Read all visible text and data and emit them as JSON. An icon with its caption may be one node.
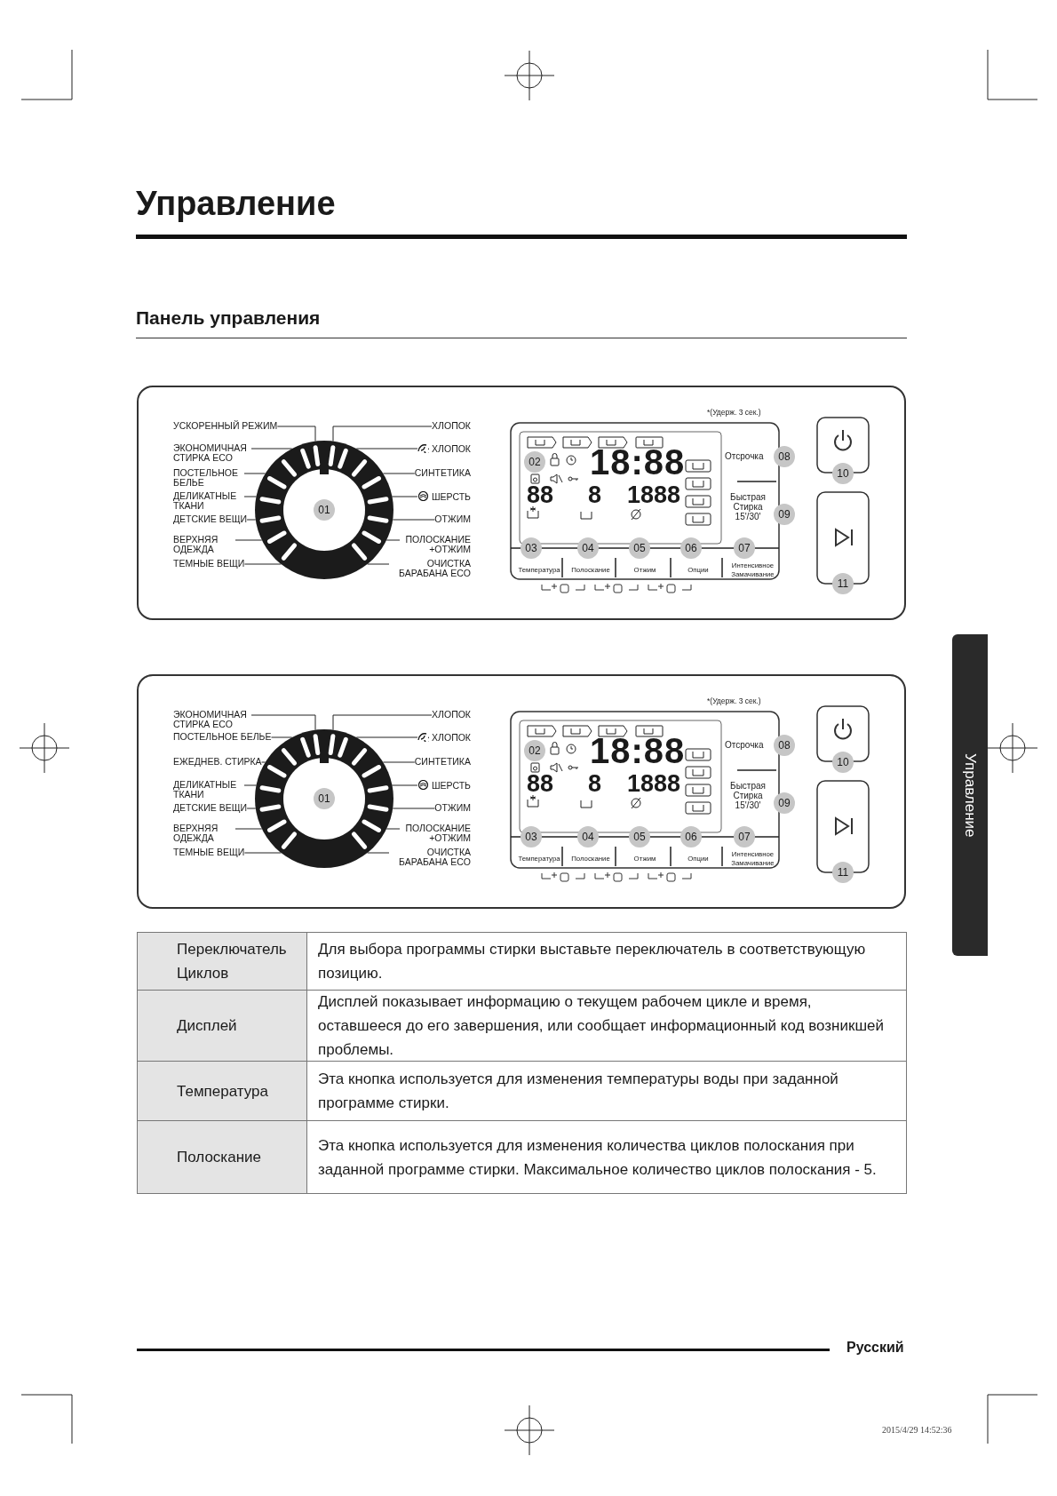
{
  "diagram": {
    "title": "Управление",
    "nodes": [
      {
        "text": [],
        "shape": "box"
      },
      {
        "text": [],
        "shape": "circle",
        "in": 0
      },
      {
        "text": [
          "УСКОРЕННЫЙ РЕЖИМ"
        ],
        "in": 0
      },
      {
        "text": [
          "ХЛОПОК"
        ],
        "in": 0
      },
      {
        "text": [
          "ЭКОНОМИЧНАЯ СТИРКА ECO"
        ],
        "in": 0
      },
      {
        "text": [
          "ХЛОПОК"
        ],
        "in": 0
      },
      {
        "text": [
          "ПОСТЕЛЬНОЕ БЕЛЬЕ"
        ],
        "in": 0
      },
      {
        "text": [
          "СИНТЕТИКА"
        ],
        "in": 0
      },
      {
        "text": [
          "ДЕЛИКАТНЫЕ ТКАНИ"
        ],
        "in": 0
      },
      {
        "text": [
          "ШЕРСТЬ"
        ],
        "in": 0
      },
      {
        "text": [
          "ДЕТСКИЕ ВЕЩИ"
        ],
        "in": 0
      },
      {
        "text": [
          "ОТЖИМ"
        ],
        "in": 0
      },
      {
        "text": [
          "ВЕРХНЯЯ ОДЕЖДА"
        ],
        "in": 0
      },
      {
        "text": [
          "ПОЛОСКАНИЕ +ОТЖИМ"
        ],
        "in": 0
      },
      {
        "text": [
          "ТЕМНЫЕ ВЕЩИ"
        ],
        "in": 0
      },
      {
        "text": [
          "ОЧИСТКА БАРАБАНА ECO"
        ],
        "in": 0
      },
      {
        "text": [],
        "shape": "box"
      },
      {
        "text": [],
        "shape": "circle",
        "in": 16
      },
      {
        "text": [
          "ЭКОНОМИЧНАЯ СТИРКА ECO"
        ],
        "in": 16
      },
      {
        "text": [
          "ХЛОПОК"
        ],
        "in": 16
      },
      {
        "text": [
          "ПОСТЕЛЬНОЕ БЕЛЬЕ"
        ],
        "in": 16
      },
      {
        "text": [
          "ХЛОПОК"
        ],
        "in": 16
      },
      {
        "text": [
          "ЕЖЕДНЕВ. СТИРКА"
        ],
        "in": 16
      },
      {
        "text": [
          "СИНТЕТИКА"
        ],
        "in": 16
      },
      {
        "text": [
          "ДЕЛИКАТНЫЕ ТКАНИ"
        ],
        "in": 16
      },
      {
        "text": [
          "ШЕРСТЬ"
        ],
        "in": 16
      },
      {
        "text": [
          "ДЕТСКИЕ ВЕЩИ"
        ],
        "in": 16
      },
      {
        "text": [
          "ОТЖИМ"
        ],
        "in": 16
      },
      {
        "text": [
          "ВЕРХНЯЯ ОДЕЖДА"
        ],
        "in": 16
      },
      {
        "text": [
          "ПОЛОСКАНИЕ +ОТЖИМ"
        ],
        "in": 16
      },
      {
        "text": [
          "ТЕМНЫЕ ВЕЩИ"
        ],
        "in": 16
      },
      {
        "text": [
          "ОЧИСТКА БАРАБАНА ECO"
        ],
        "in": 16
      }
    ],
    "edges": [
      {
        "from": 2,
        "to": 1,
        "arrow": "none"
      },
      {
        "from": 3,
        "to": 1,
        "arrow": "none"
      },
      {
        "from": 4,
        "to": 1,
        "arrow": "none"
      },
      {
        "from": 5,
        "to": 1,
        "arrow": "none"
      },
      {
        "from": 6,
        "to": 1,
        "arrow": "none"
      },
      {
        "from": 7,
        "to": 1,
        "arrow": "none"
      },
      {
        "from": 8,
        "to": 1,
        "arrow": "none"
      },
      {
        "from": 9,
        "to": 1,
        "arrow": "none"
      },
      {
        "from": 10,
        "to": 1,
        "arrow": "none"
      },
      {
        "from": 11,
        "to": 1,
        "arrow": "none"
      },
      {
        "from": 12,
        "to": 1,
        "arrow": "none"
      },
      {
        "from": 13,
        "to": 1,
        "arrow": "none"
      },
      {
        "from": 14,
        "to": 1,
        "arrow": "none"
      },
      {
        "from": 15,
        "to": 1,
        "arrow": "none"
      },
      {
        "from": 18,
        "to": 17,
        "arrow": "none"
      },
      {
        "from": 19,
        "to": 17,
        "arrow": "none"
      },
      {
        "from": 20,
        "to": 17,
        "arrow": "none"
      },
      {
        "from": 21,
        "to": 17,
        "arrow": "none"
      },
      {
        "from": 22,
        "to": 17,
        "arrow": "none"
      },
      {
        "from": 23,
        "to": 17,
        "arrow": "none"
      },
      {
        "from": 24,
        "to": 17,
        "arrow": "none"
      },
      {
        "from": 25,
        "to": 17,
        "arrow": "none"
      },
      {
        "from": 26,
        "to": 17,
        "arrow": "none"
      },
      {
        "from": 27,
        "to": 17,
        "arrow": "none"
      },
      {
        "from": 28,
        "to": 17,
        "arrow": "none"
      },
      {
        "from": 29,
        "to": 17,
        "arrow": "none"
      },
      {
        "from": 30,
        "to": 17,
        "arrow": "none"
      },
      {
        "from": 31,
        "to": 17,
        "arrow": "none"
      }
    ],
    "labels": [
      "Панель управления",
      "*(Удерж. 3 сек.)",
      "01",
      "02",
      "18:88",
      "88",
      "8",
      "1888",
      "Отсрочка",
      "08",
      "Быстрая Стирка 15'/30'",
      "09",
      "03",
      "04",
      "05",
      "06",
      "07",
      "Температура",
      "Полоскание",
      "Отжим",
      "Опции",
      "Интенсивное Замачивание",
      "10",
      "11",
      "*(Удерж. 3 сек.)",
      "01",
      "02",
      "18:88",
      "88",
      "8",
      "1888",
      "Отсрочка",
      "08",
      "Быстрая Стирка 15'/30'",
      "09",
      "03",
      "04",
      "05",
      "06",
      "07",
      "Температура",
      "Полоскание",
      "Отжим",
      "Опции",
      "Интенсивное Замачивание",
      "10",
      "11",
      "Переключатель Циклов",
      "Для выбора программы стирки выставьте переключатель в соответствующую позицию.",
      "Дисплей",
      "Дисплей показывает информацию о текущем рабочем цикле и время, оставшееся до его завершения, или сообщает информационный код возникшей проблемы.",
      "Температура",
      "Эта кнопка используется для изменения температуры воды при заданной программе стирки.",
      "Полоскание",
      "Эта кнопка используется для изменения количества циклов полоскания при заданной программе стирки. Максимальное количество циклов полоскания - 5.",
      "Управление",
      "Русский",
      "2015/4/29 14:52:36"
    ]
  }
}
